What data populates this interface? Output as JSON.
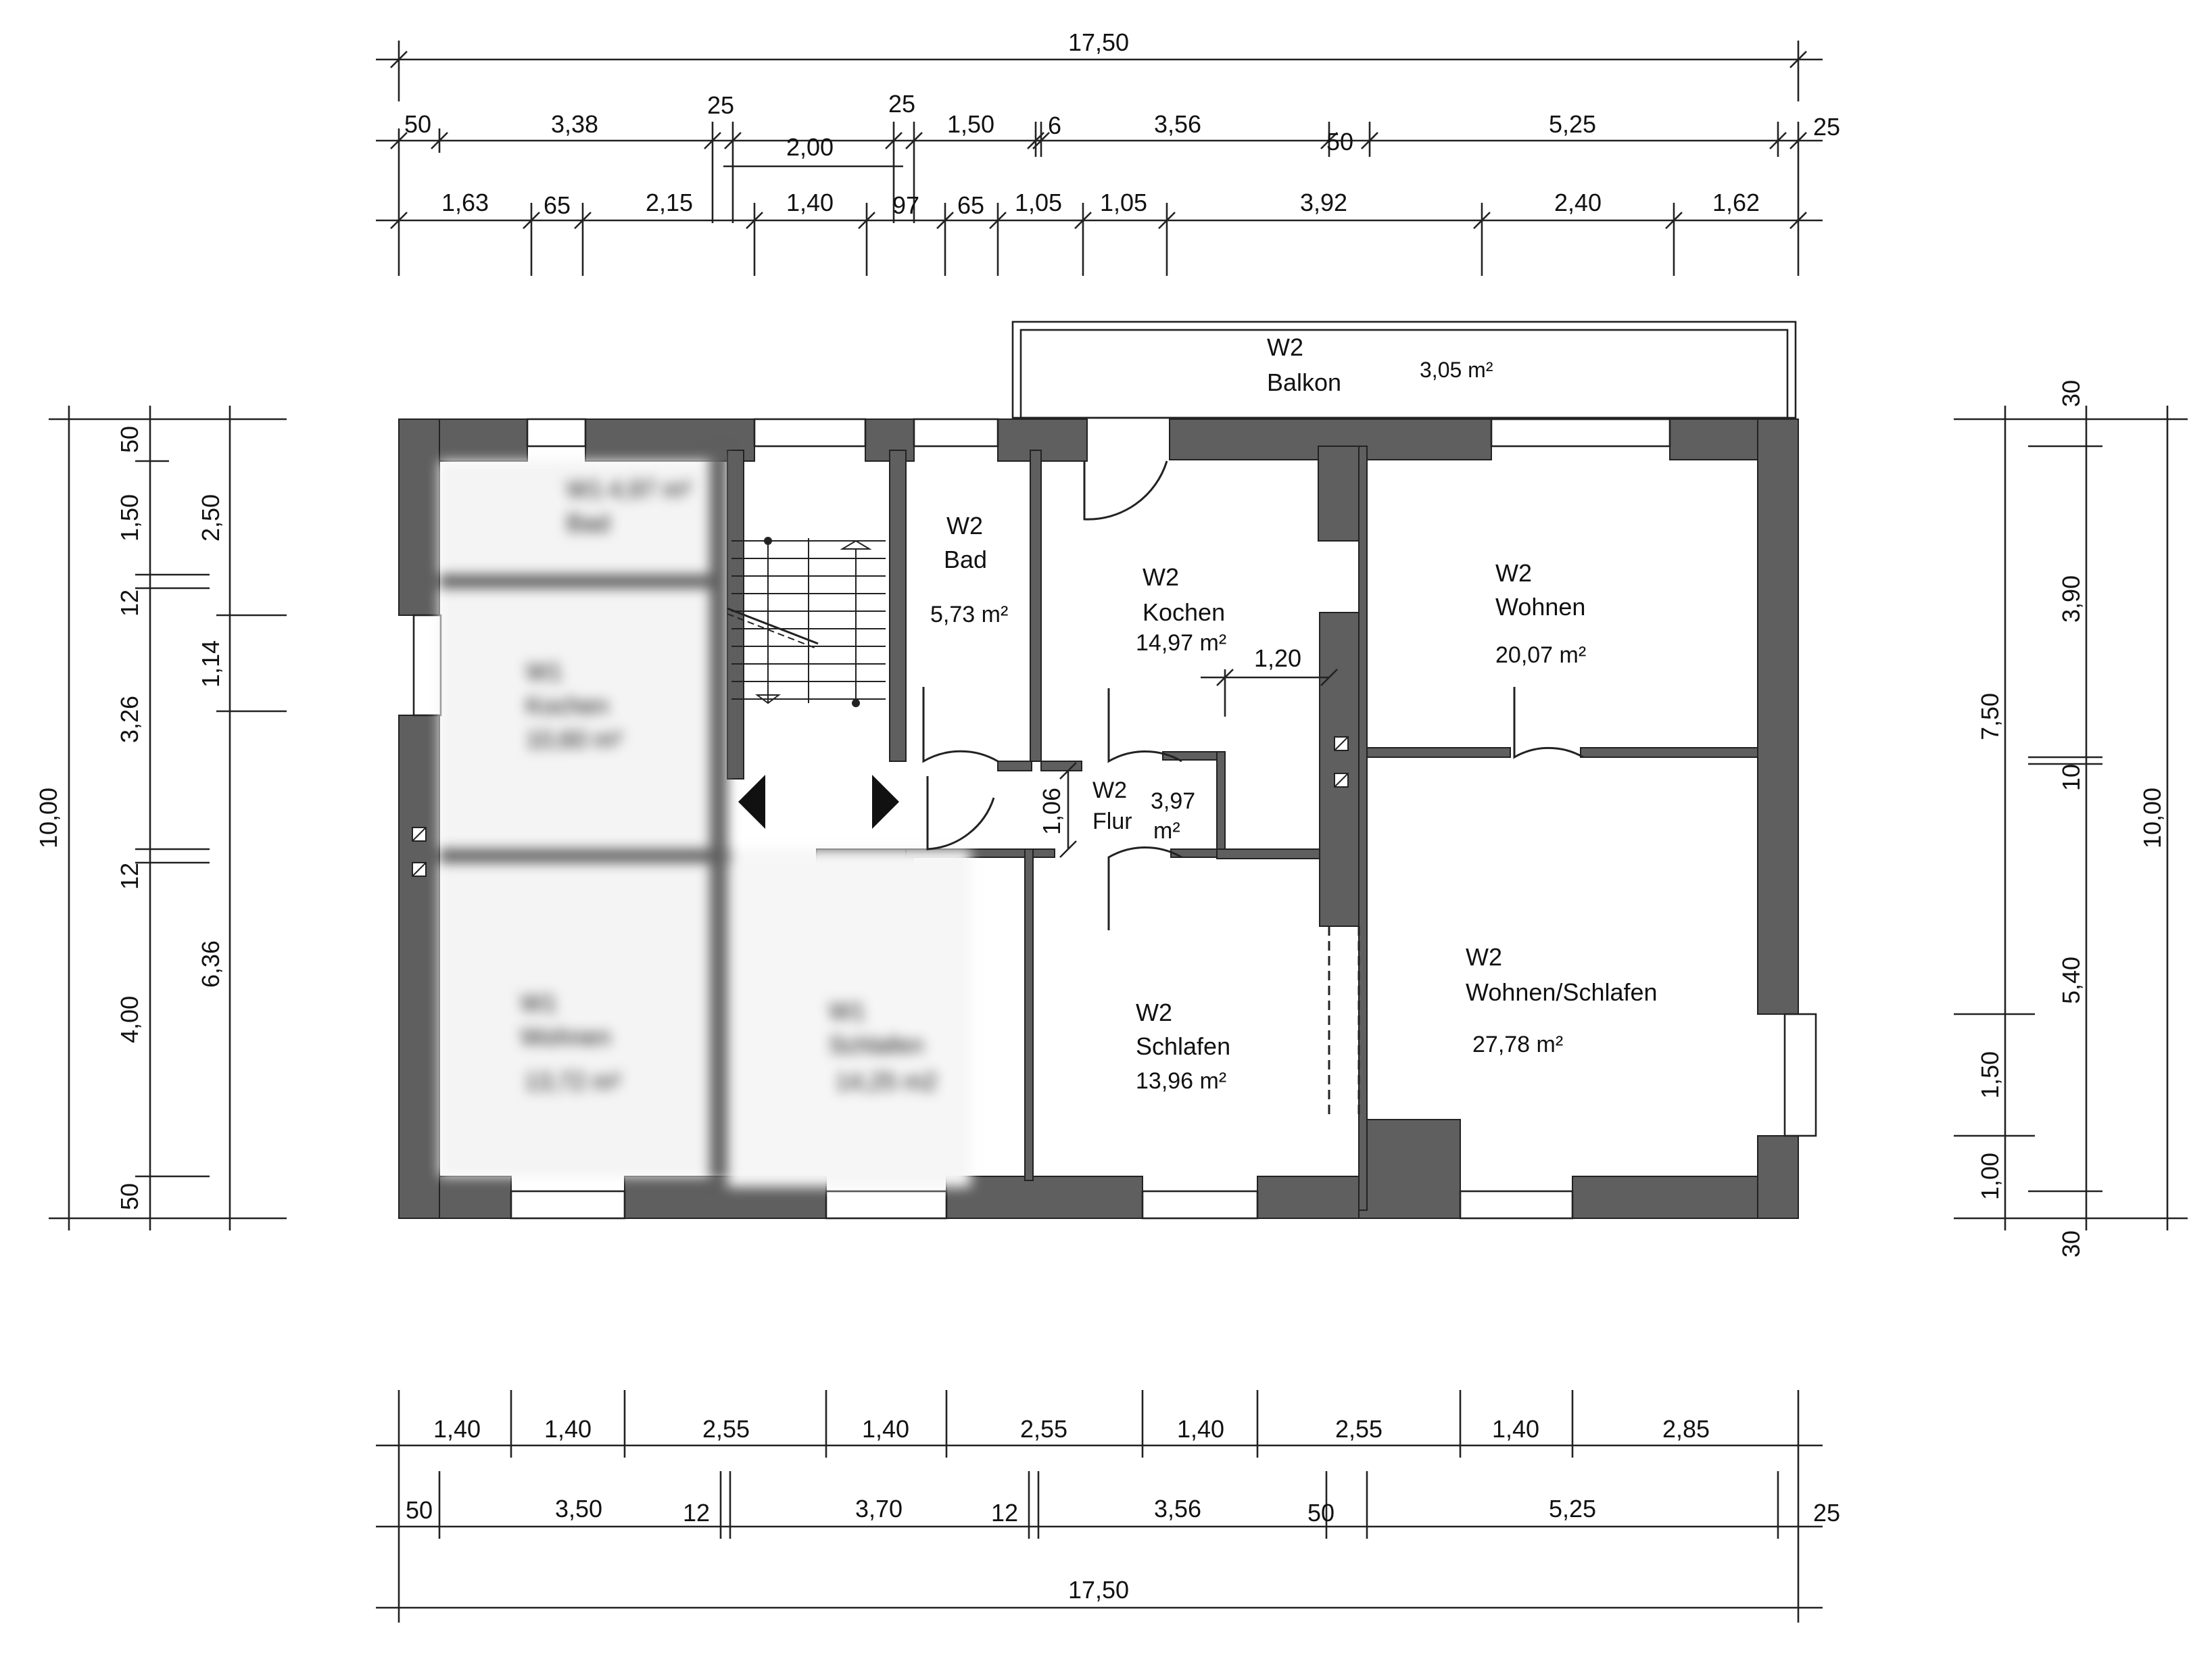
{
  "dimensions": {
    "top_total": "17,50",
    "top_row2": [
      "50",
      "3,38",
      "25",
      "2,00",
      "25",
      "1,50",
      "6",
      "3,56",
      "50",
      "5,25",
      "25"
    ],
    "top_row3": [
      "1,63",
      "65",
      "2,15",
      "1,40",
      "97",
      "65",
      "1,05",
      "1,05",
      "3,92",
      "2,40",
      "1,62"
    ],
    "bottom_row1": [
      "1,40",
      "1,40",
      "2,55",
      "1,40",
      "2,55",
      "1,40",
      "2,55",
      "1,40",
      "2,85"
    ],
    "bottom_row2": [
      "50",
      "3,50",
      "12",
      "3,70",
      "12",
      "3,56",
      "50",
      "5,25",
      "25"
    ],
    "bottom_total": "17,50",
    "left_outer": [
      "50",
      "1,50",
      "12",
      "3,26",
      "12",
      "4,00",
      "50"
    ],
    "left_mid": [
      "2,50",
      "1,14",
      "6,36"
    ],
    "left_total": "10,00",
    "right_inner": [
      "30",
      "7,50",
      "1,50",
      "1,00",
      "30"
    ],
    "right_mid": [
      "3,90",
      "10",
      "5,40"
    ],
    "right_total": "10,00",
    "interior_flur_width": "1,06",
    "interior_kochen_width": "1,20"
  },
  "rooms_w2": {
    "balkon": {
      "unit": "W2",
      "name": "Balkon",
      "area": "3,05 m²"
    },
    "bad": {
      "unit": "W2",
      "name": "Bad",
      "area": "5,73 m²"
    },
    "kochen": {
      "unit": "W2",
      "name": "Kochen",
      "area": "14,97 m²"
    },
    "wohnen": {
      "unit": "W2",
      "name": "Wohnen",
      "area": "20,07 m²"
    },
    "flur": {
      "unit": "W2",
      "name": "Flur",
      "area_value": "3,97",
      "area_unit": "m²"
    },
    "schlafen": {
      "unit": "W2",
      "name": "Schlafen",
      "area": "13,96 m²"
    },
    "wohnen_schlafen": {
      "unit": "W2",
      "name": "Wohnen/Schlafen",
      "area": "27,78 m²"
    }
  },
  "rooms_w1_blurred": {
    "bad": {
      "unit": "W1",
      "name": "Bad",
      "area": "4,97 m²"
    },
    "kochen": {
      "unit": "W1",
      "name": "Kochen",
      "area": "10,60 m²"
    },
    "wohnen": {
      "unit": "W1",
      "name": "Wohnen",
      "area": "13,72 m²"
    },
    "schlafen": {
      "unit": "W1",
      "name": "Schlafen",
      "area": "14,25 m2"
    }
  },
  "colors": {
    "wall": "#5f5f5f",
    "line": "#222222",
    "background": "#ffffff"
  }
}
